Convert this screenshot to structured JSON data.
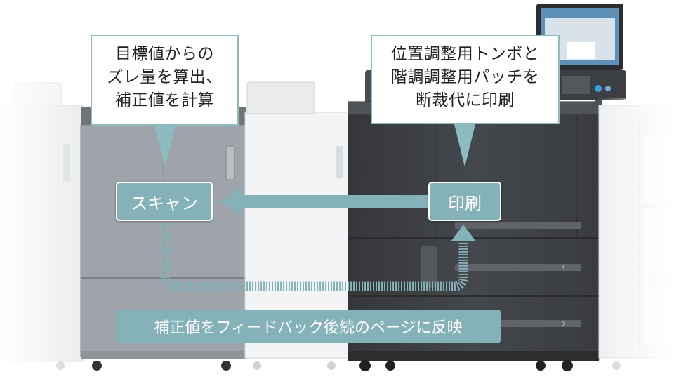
{
  "callouts": {
    "scan_process": [
      "目標値からの",
      "ズレ量を算出、",
      "補正値を計算"
    ],
    "print_marks": [
      "位置調整用トンボと",
      "階調調整用パッチを",
      "断裁代に印刷"
    ]
  },
  "steps": {
    "scan_label": "スキャン",
    "print_label": "印刷"
  },
  "feedback_label": "補正値をフィードバック後続のページに反映",
  "tray_numbers": [
    "1",
    "2"
  ],
  "colors": {
    "accent": "#84b2b8",
    "callout_border": "#8cbcc0",
    "printer_dark": "#3f4144",
    "scanner_gray": "#9ea4aa"
  }
}
